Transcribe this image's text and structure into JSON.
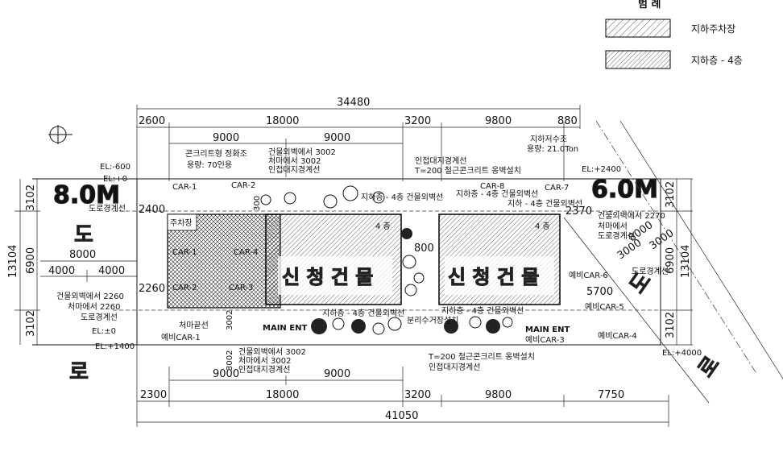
{
  "legend": {
    "title": "범    례",
    "items": [
      {
        "label": "지하주차장",
        "pattern": "single-hatch"
      },
      {
        "label": "지하층 - 4층",
        "pattern": "cross-hatch"
      }
    ]
  },
  "dimensions": {
    "top_total": "34480",
    "top_segments": [
      "2600",
      "18000",
      "3200",
      "9800",
      "880"
    ],
    "top_sub": [
      "9000",
      "9000"
    ],
    "bottom_total": "41050",
    "bottom_segments": [
      "2300",
      "18000",
      "3200",
      "9800",
      "7750"
    ],
    "bottom_sub": [
      "9000",
      "9000"
    ],
    "left_total": "13104",
    "left_segments": [
      "3102",
      "6900",
      "3102"
    ],
    "left_inner": [
      "8000",
      "4000",
      "4000"
    ],
    "right_total": "13104",
    "right_segments": [
      "3102",
      "6900",
      "3102"
    ],
    "right_misc": [
      "2370",
      "5700",
      "8000",
      "3000",
      "3000"
    ]
  },
  "roads": {
    "width_left": "8.0M",
    "width_right": "6.0M",
    "road_char": "도",
    "road_char2": "로"
  },
  "buildings": {
    "left": "신 청 건 물",
    "right": "신 청 건 물"
  },
  "levels": {
    "el_m600": "EL:-600",
    "el_0_top": "EL:+0",
    "el_2400_top": "EL:+2400",
    "el_0_left": "EL:±0",
    "el_1400": "EL:+1400",
    "el_4000": "EL:+4000"
  },
  "labels": {
    "concrete_tank": "콘크리트형 정화조",
    "capacity": "용량: 70인용",
    "wall1_a": "건물외벽에서 3002",
    "wall1_b": "처마에서   3002",
    "wall1_c": "인접대지경계선",
    "adj_wall": "인접대지경계선",
    "retaining": "T=200 철근콘크리트 옹벽설치",
    "cistern": "지하저수조",
    "cistern_cap": "용량: 21.0Ton",
    "road_edge_l": "도로경계선",
    "road_edge_r": "도로경계선",
    "right_a": "건물외벽에서 2270",
    "right_b": "처마에서",
    "right_c": "도로경계선",
    "left_a": "건물외벽에서 2260",
    "left_b": "처마에서  2260",
    "left_c": "도로경계선",
    "eave_line": "처마끝선",
    "bottom_a": "건물외벽에서 3002",
    "bottom_b": "처마에서   3002",
    "bottom_c": "인접대지경계선",
    "bottom_wall1": "지하층 - 4층 건물외벽선",
    "bottom_wall2": "지하층 - 4층 건물외벽선",
    "sep_area": "분리수거장설치",
    "bottom_ret": "T=200 철근콘크리트 옹벽설치",
    "bottom_adj": "인접대지경계선",
    "top_wall1": "지하층 - 4층 건물외벽선",
    "top_wall2": "지하층 - 4층 건물외벽선",
    "top_wall3": "지하 - 4층 건물외벽선",
    "floor4_a": "4 층",
    "floor4_b": "4 층",
    "parking_sign": "주차장",
    "p_800": "800",
    "p_300": "300",
    "v_3002_top": "3002",
    "v_3002_bottom": "3002",
    "p_2400": "2400",
    "p_2260": "2260",
    "main_ent_l": "MAIN ENT",
    "main_ent_r": "MAIN ENT"
  },
  "cars": {
    "car1": "CAR-1",
    "car2": "CAR-2",
    "car3": "CAR-3",
    "car4_top": "CAR-4",
    "car5": "CAR-5",
    "car6": "CAR-6",
    "car7": "CAR-7",
    "car8": "CAR-8",
    "car_l1": "CAR-1",
    "car_l2": "CAR-2",
    "car_l3": "CAR-3",
    "car_l4": "CAR-4",
    "spare1": "예비CAR-1",
    "spare3": "예비CAR-3",
    "spare4": "예비CAR-4",
    "spare5": "예비CAR-5",
    "spare6": "예비CAR-6"
  }
}
